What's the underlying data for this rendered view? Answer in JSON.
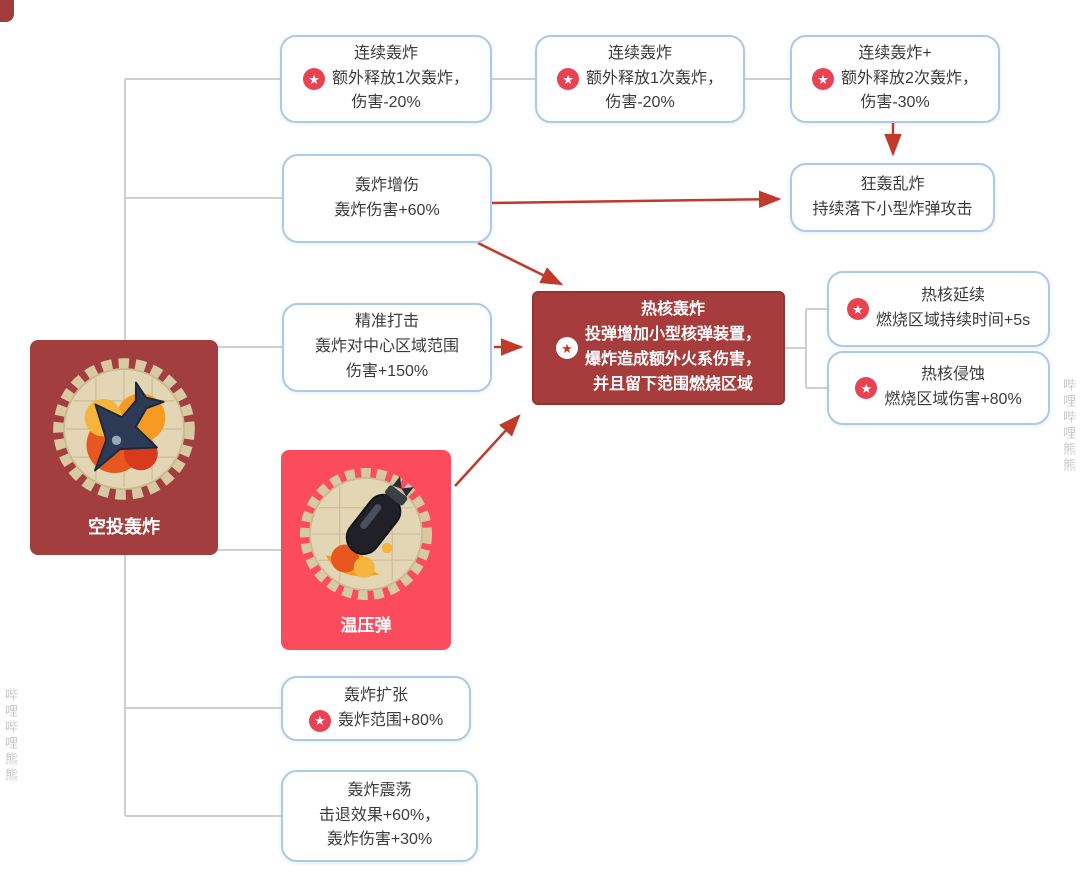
{
  "icons": {
    "star": "★"
  },
  "colors": {
    "node_border": "#abc9e8",
    "arrow_red": "#c0392b",
    "wire_gray": "#cfcfcf",
    "star_badge": "#e84253",
    "root_card": "#a33e3e",
    "thermo_card": "#fb4b5c",
    "dark_node": "#a63c3c",
    "text": "#3b3b3b"
  },
  "watermarks": {
    "left": "哔哩哔哩熊熊",
    "right": "哔哩哔哩熊熊"
  },
  "cards": {
    "root": {
      "label": "空投轰炸"
    },
    "thermo": {
      "label": "温压弹"
    }
  },
  "nodes": {
    "chain1": {
      "title": "连续轰炸",
      "lines": [
        "额外释放1次轰炸，",
        "伤害-20%"
      ]
    },
    "chain2": {
      "title": "连续轰炸",
      "lines": [
        "额外释放1次轰炸，",
        "伤害-20%"
      ]
    },
    "chain3": {
      "title": "连续轰炸+",
      "lines": [
        "额外释放2次轰炸，",
        "伤害-30%"
      ]
    },
    "barrage": {
      "title": "狂轰乱炸",
      "lines": [
        "持续落下小型炸弹攻击"
      ]
    },
    "damage_up": {
      "title": "轰炸增伤",
      "lines": [
        "轰炸伤害+60%"
      ]
    },
    "precision": {
      "title": "精准打击",
      "lines": [
        "轰炸对中心区域范围",
        "伤害+150%"
      ]
    },
    "thermonuclear": {
      "title": "热核轰炸",
      "lines": [
        "投弹增加小型核弹装置，",
        "爆炸造成额外火系伤害，",
        "并且留下范围燃烧区域"
      ]
    },
    "nuke_duration": {
      "title": "热核延续",
      "lines": [
        "燃烧区域持续时间+5s"
      ]
    },
    "nuke_erosion": {
      "title": "热核侵蚀",
      "lines": [
        "燃烧区域伤害+80%"
      ]
    },
    "expand": {
      "title": "轰炸扩张",
      "lines": [
        "轰炸范围+80%"
      ]
    },
    "shock": {
      "title": "轰炸震荡",
      "lines": [
        "击退效果+60%，",
        "轰炸伤害+30%"
      ]
    }
  }
}
